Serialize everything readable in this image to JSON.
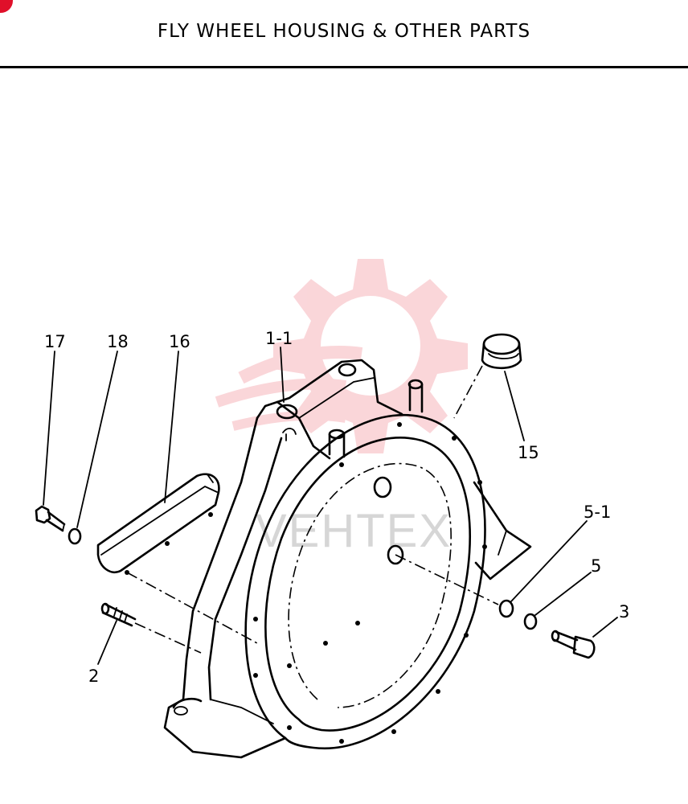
{
  "title": "FLY WHEEL HOUSING & OTHER PARTS",
  "watermark": {
    "text": "VEHTEX",
    "color": "#f4a0a8"
  },
  "accent_color": "#e0102a",
  "callouts": {
    "p17": "17",
    "p18": "18",
    "p16": "16",
    "p1_1": "1-1",
    "p15": "15",
    "p5_1": "5-1",
    "p5": "5",
    "p3": "3",
    "p2": "2"
  }
}
